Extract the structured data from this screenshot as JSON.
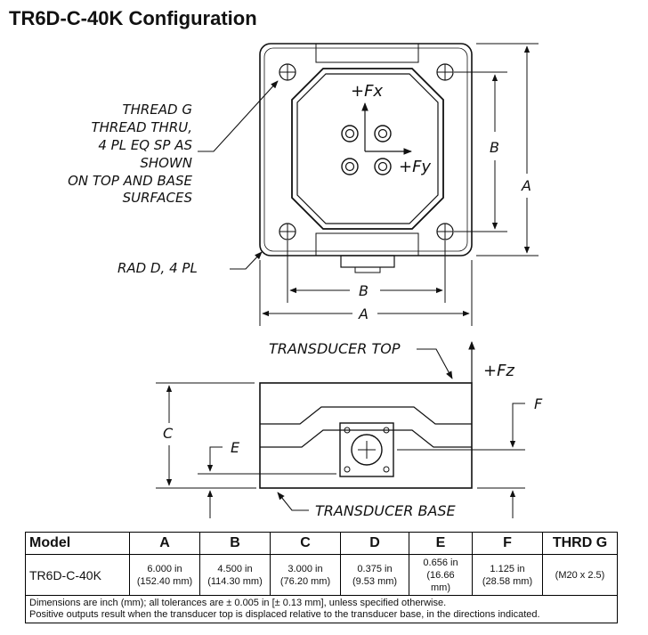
{
  "title": "TR6D-C-40K Configuration",
  "drawing": {
    "labels": {
      "thread_note": [
        "THREAD G",
        "THREAD THRU,",
        "4 PL EQ SP AS",
        "SHOWN",
        "ON TOP AND BASE",
        "SURFACES"
      ],
      "rad_note": "RAD D, 4 PL",
      "fx": "+Fx",
      "fy": "+Fy",
      "fz": "+Fz",
      "dim_a": "A",
      "dim_b": "B",
      "dim_c": "C",
      "dim_e": "E",
      "dim_f": "F",
      "transducer_top": "TRANSDUCER TOP",
      "transducer_base": "TRANSDUCER BASE"
    }
  },
  "table": {
    "headers": [
      "Model",
      "A",
      "B",
      "C",
      "D",
      "E",
      "F",
      "THRD G"
    ],
    "row": {
      "model": "TR6D-C-40K",
      "a": [
        "6.000 in",
        "(152.40 mm)"
      ],
      "b": [
        "4.500 in",
        "(114.30 mm)"
      ],
      "c": [
        "3.000 in",
        "(76.20 mm)"
      ],
      "d": [
        "0.375 in",
        "(9.53 mm)"
      ],
      "e": [
        "0.656 in",
        "(16.66",
        "mm)"
      ],
      "f": [
        "1.125 in",
        "(28.58 mm)"
      ],
      "g": "(M20 x 2.5)"
    },
    "notes": [
      "Dimensions are inch (mm); all tolerances are ± 0.005 in [± 0.13 mm], unless specified otherwise.",
      "Positive outputs result when the transducer top is displaced relative to the transducer base, in the directions indicated."
    ]
  }
}
